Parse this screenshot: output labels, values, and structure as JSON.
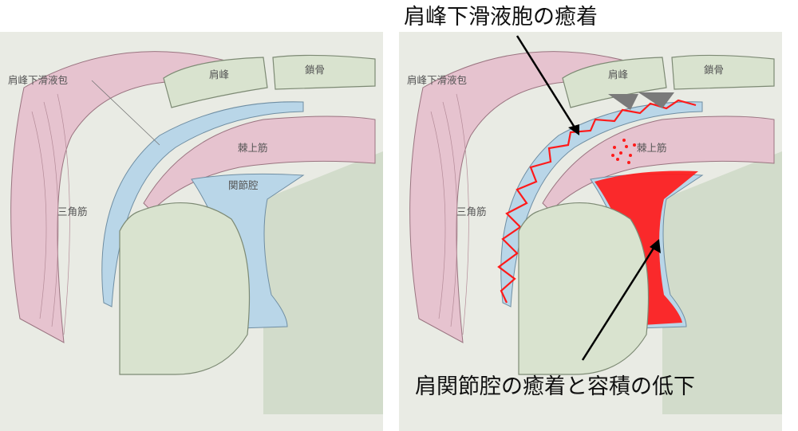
{
  "labels": {
    "acromion": "肩峰",
    "clavicle": "鎖骨",
    "bursa": "肩峰下滑液包",
    "supraspinatus": "棘上筋",
    "joint_cavity": "関節腔",
    "deltoid": "三角筋"
  },
  "annotations": {
    "bursa_adhesion": "肩峰下滑液胞の癒着",
    "joint_adhesion": "肩関節腔の癒着と容積の低下"
  },
  "colors": {
    "panel_bg": "#e9ebe4",
    "bone": "#d9e3cf",
    "bone_stroke": "#7d8a74",
    "muscle": "#e6c3cf",
    "muscle_stroke": "#9a7480",
    "fluid": "#b9d6e8",
    "fluid_stroke": "#6f8ea3",
    "adhesion": "#ff1a1a",
    "arrow": "#000000",
    "grey_arrow": "#7a7a7a"
  }
}
